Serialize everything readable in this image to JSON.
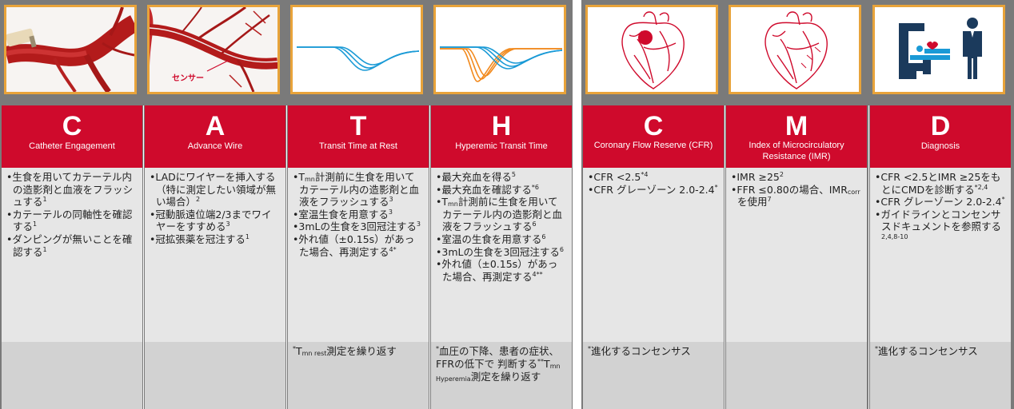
{
  "columns": [
    {
      "letter": "C",
      "title": "Catheter Engagement",
      "items": [
        {
          "text": "生食を用いてカテーテル内の造影剤と血液をフラッシュする",
          "sup": "1"
        },
        {
          "text": "カテーテルの同軸性を確認する",
          "sup": "1"
        },
        {
          "text": "ダンピングが無いことを確認する",
          "sup": "1"
        }
      ],
      "footnote": ""
    },
    {
      "letter": "A",
      "title": "Advance Wire",
      "image_label": "センサー",
      "items": [
        {
          "text": "LADにワイヤーを挿入する（特に測定したい領域が無い場合）",
          "sup": "2"
        },
        {
          "text": "冠動脈遠位端2/3までワイヤーをすすめる",
          "sup": "3"
        },
        {
          "text": "冠拡張薬を冠注する",
          "sup": "1"
        }
      ],
      "footnote": ""
    },
    {
      "letter": "T",
      "title": "Transit Time at Rest",
      "items": [
        {
          "pre": "T",
          "sub": "mn",
          "text": "計測前に生食を用いてカテーテル内の造影剤と血液をフラッシュする",
          "sup": "3"
        },
        {
          "text": "室温生食を用意する",
          "sup": "3"
        },
        {
          "text": "3mLの生食を3回冠注する",
          "sup": "3"
        },
        {
          "text": "外れ値（±0.15s）があった場合、再測定する",
          "sup": "4*"
        }
      ],
      "footnote": {
        "mark": "*",
        "pre": "T",
        "sub": "mn rest",
        "text": "測定を繰り返す"
      }
    },
    {
      "letter": "H",
      "title": "Hyperemic Transit Time",
      "items": [
        {
          "text": "最大充血を得る",
          "sup": "5"
        },
        {
          "text": "最大充血を確認する",
          "sup": "*6"
        },
        {
          "pre": "T",
          "sub": "mn",
          "text": "計測前に生食を用いてカテーテル内の造影剤と血液をフラッシュする",
          "sup": "6"
        },
        {
          "text": "室温の生食を用意する",
          "sup": "6"
        },
        {
          "text": "3mLの生食を3回冠注する",
          "sup": "6"
        },
        {
          "text": "外れ値（±0.15s）があった場合、再測定する",
          "sup": "4**"
        }
      ],
      "footnote": {
        "mark": "*",
        "text1": "血圧の下降、患者の症状、FFRの低下で  判断する",
        "mark2": "**",
        "pre": "T",
        "sub": "mn Hyperemia",
        "text2": "測定を繰り返す"
      }
    },
    {
      "letter": "C",
      "title": "Coronary Flow Reserve (CFR)",
      "items": [
        {
          "text": "CFR <2.5",
          "sup": "*4"
        },
        {
          "text": "CFR グレーゾーン 2.0-2.4",
          "sup": "*"
        }
      ],
      "footnote": {
        "mark": "*",
        "text": "進化するコンセンサス"
      }
    },
    {
      "letter": "M",
      "title": "Index of Microcirculatory Resistance (IMR)",
      "items": [
        {
          "text": "IMR ≥25",
          "sup": "2"
        },
        {
          "text": "FFR ≤0.80の場合、IMR",
          "sub": "corr",
          "text2": "を使用",
          "sup": "7"
        }
      ],
      "footnote": ""
    },
    {
      "letter": "D",
      "title": "Diagnosis",
      "items": [
        {
          "text": "CFR <2.5とIMR ≥25をもとにCMDを診断する",
          "sup": "*2,4"
        },
        {
          "text": "CFR グレーゾーン 2.0-2.4",
          "sup": "*"
        },
        {
          "text": "ガイドラインとコンセンサスドキュメントを参照する",
          "sup": "2,4,8-10"
        }
      ],
      "footnote": {
        "mark": "*",
        "text": "進化するコンセンサス"
      }
    }
  ],
  "colors": {
    "accent_red": "#cf0a2c",
    "image_border": "#e8a33a",
    "curve_blue": "#1a9ad6",
    "curve_orange": "#f28a1e",
    "body_bg": "#e6e6e6",
    "footer_bg": "#d2d2d2",
    "panel_gray": "#7a7a7a",
    "icon_navy": "#1b3a5c"
  }
}
